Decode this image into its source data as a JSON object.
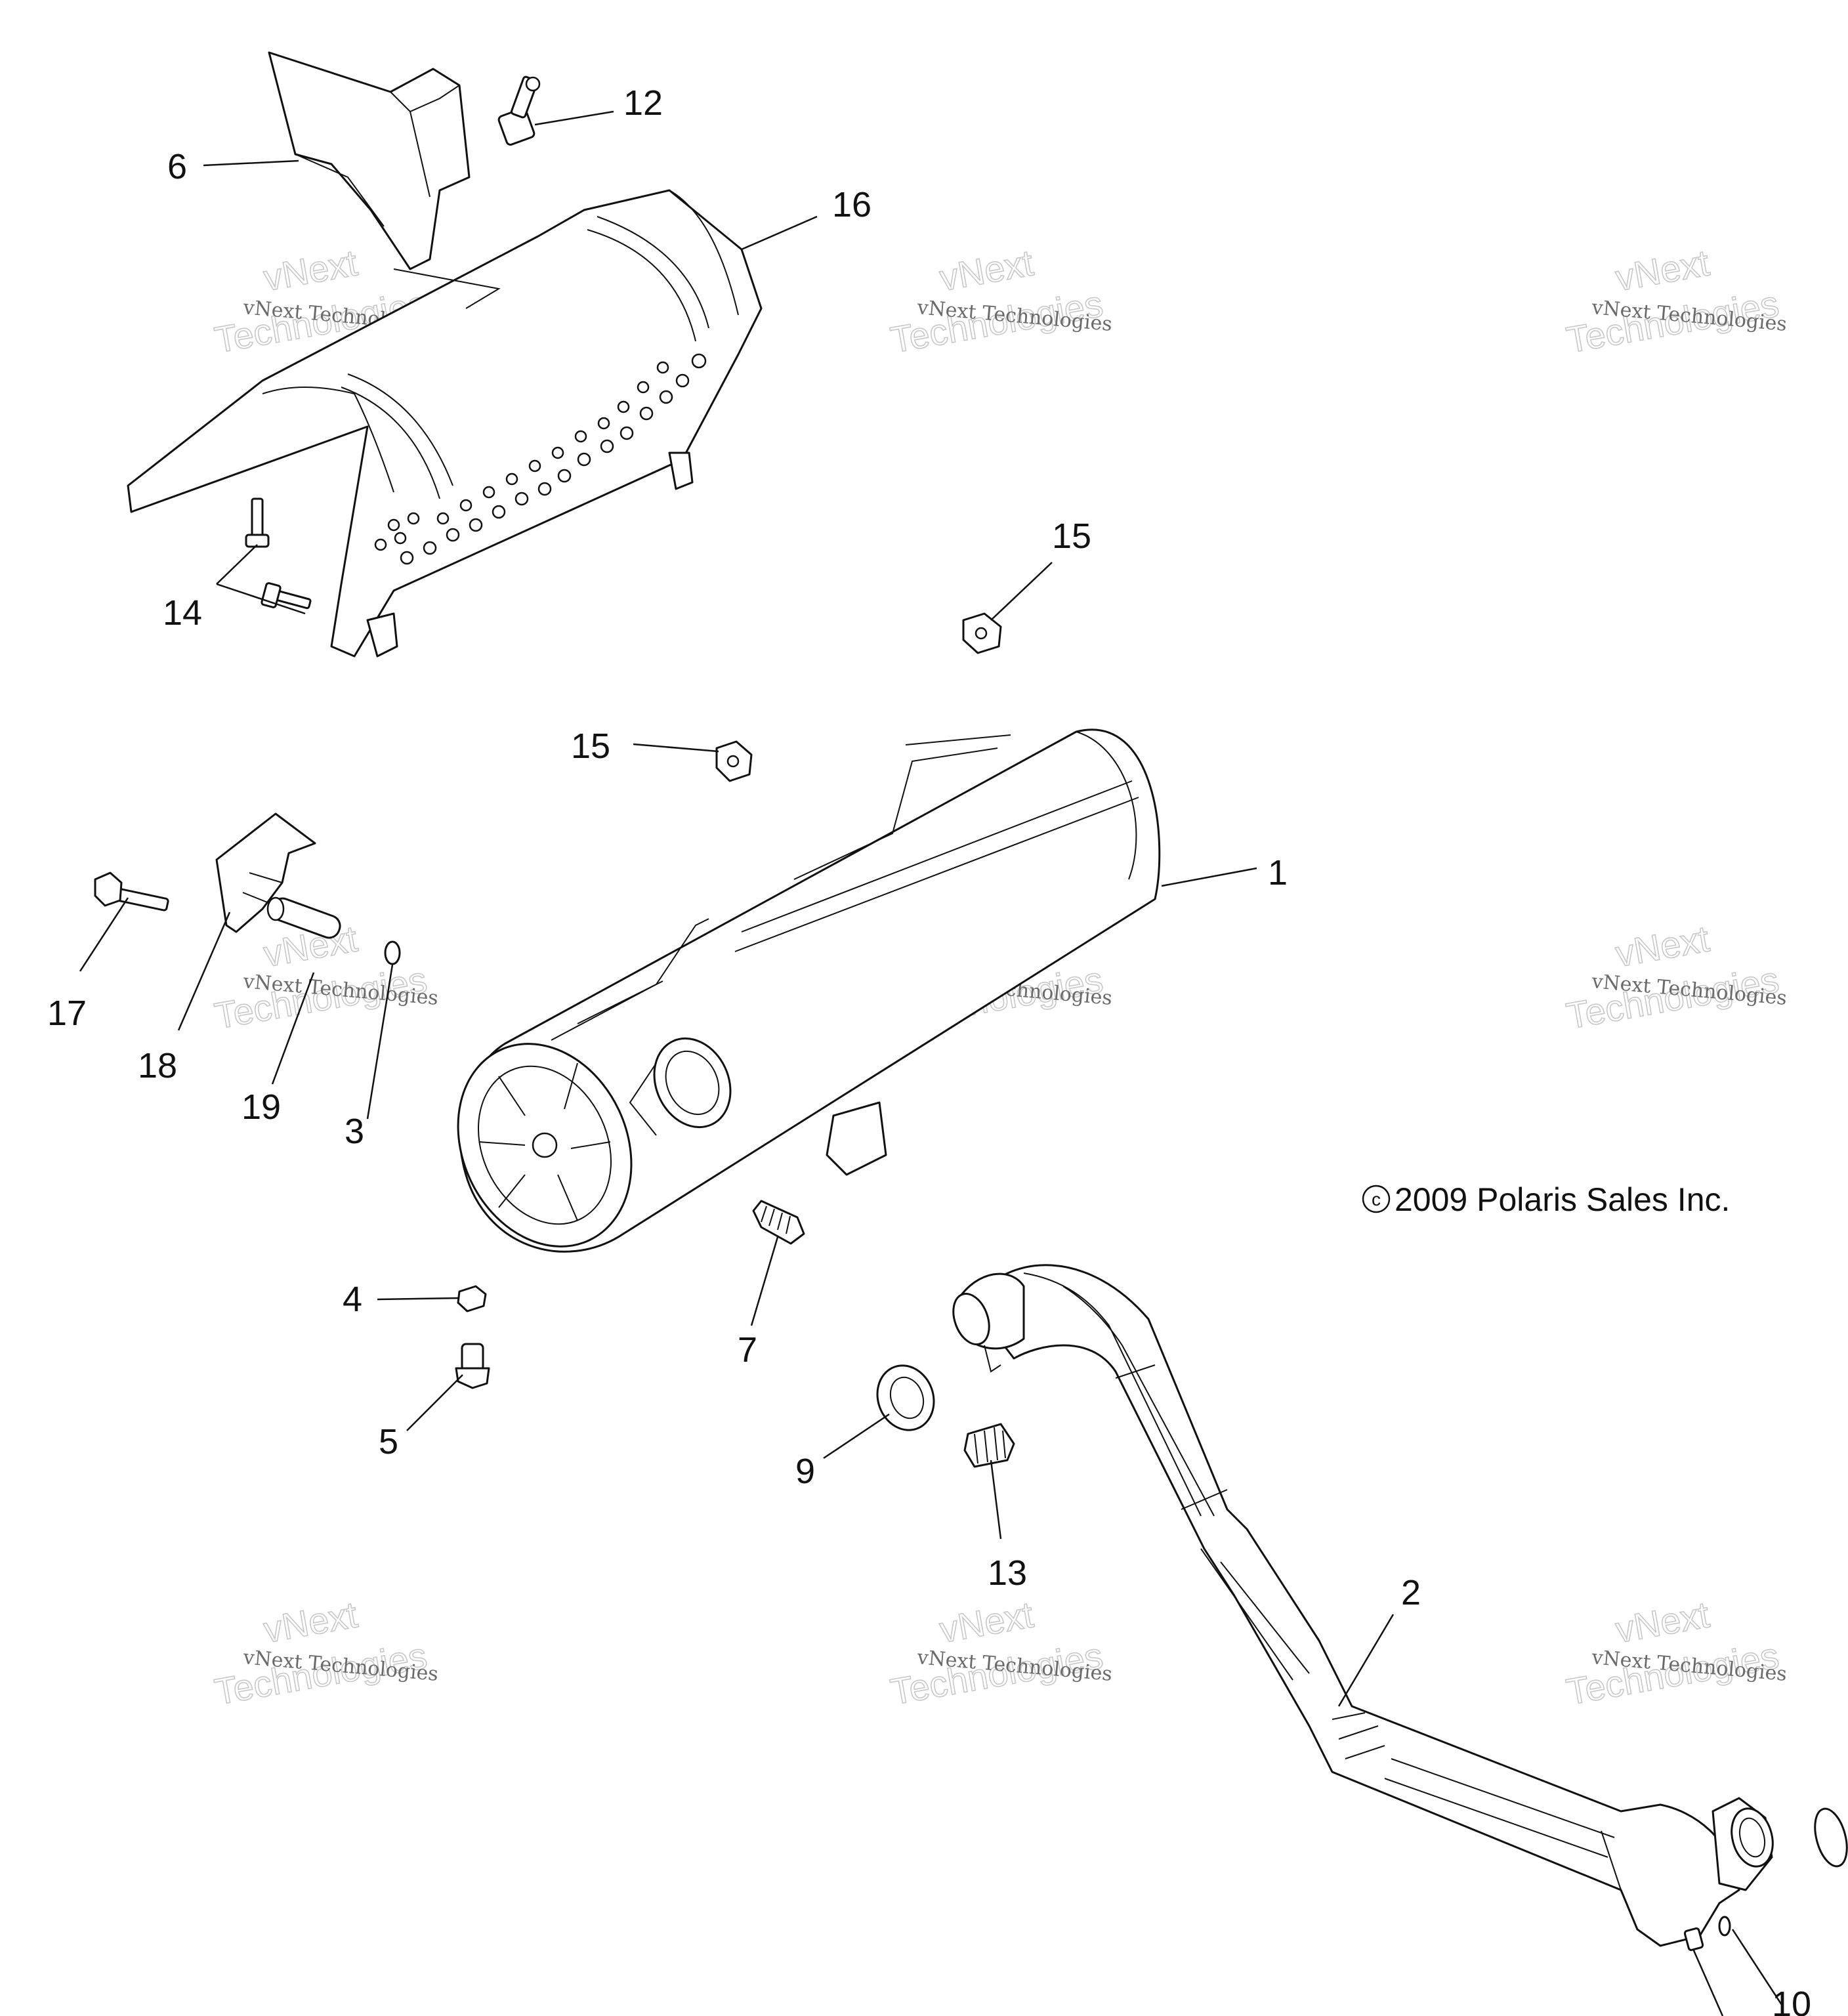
{
  "copyright": "2009 Polaris Sales Inc.",
  "copyright_symbol": "c",
  "watermark": {
    "line1": "vNext Technologies",
    "line2": "vNext",
    "line3": "Technologies"
  },
  "callouts": {
    "c1": "1",
    "c2": "2",
    "c3": "3",
    "c4": "4",
    "c5": "5",
    "c6": "6",
    "c7": "7",
    "c9": "9",
    "c10": "10",
    "c12": "12",
    "c13": "13",
    "c14": "14",
    "c15a": "15",
    "c15b": "15",
    "c16": "16",
    "c17": "17",
    "c18": "18",
    "c19": "19"
  }
}
